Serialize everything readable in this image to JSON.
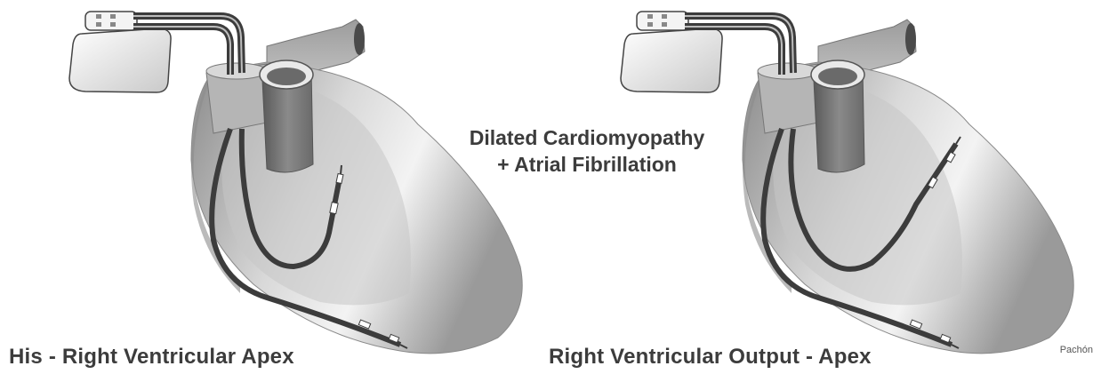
{
  "title": {
    "line1": "Dilated Cardiomyopathy",
    "line2": "+ Atrial Fibrillation"
  },
  "panels": [
    {
      "caption": "His - Right Ventricular Apex"
    },
    {
      "caption": "Right Ventricular Output - Apex"
    }
  ],
  "credit": "Pachón",
  "colors": {
    "background": "#ffffff",
    "text": "#3c3c3c",
    "lead": "#4a4a4a",
    "heart_dark": "#7a7a7a",
    "heart_light": "#f2f2f2"
  }
}
